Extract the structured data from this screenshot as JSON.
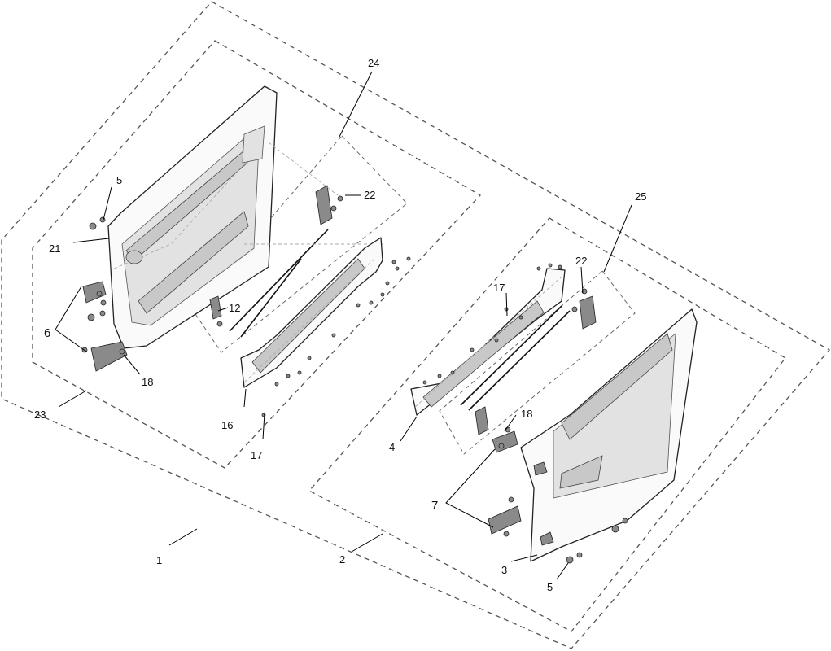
{
  "callouts": {
    "c1": "1",
    "c2": "2",
    "c3": "3",
    "c4": "4",
    "c5_left": "5",
    "c5_right": "5",
    "c6": "6",
    "c7": "7",
    "c12": "12",
    "c16": "16",
    "c17_left": "17",
    "c17_right": "17",
    "c18_left": "18",
    "c18_right": "18",
    "c21": "21",
    "c22_left": "22",
    "c22_right": "22",
    "c23": "23",
    "c24": "24",
    "c25": "25"
  }
}
